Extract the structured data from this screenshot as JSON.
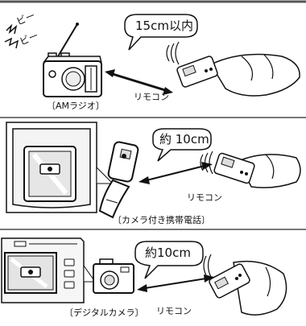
{
  "panels": [
    {
      "id": "am-radio",
      "device_label": "〔AMラジオ〕",
      "distance": "15cm以内",
      "remote_label": "リモコン",
      "sound_effects": [
        "ビー",
        "ビー"
      ]
    },
    {
      "id": "mobile-phone",
      "device_label": "〔カメラ付き携帯電話〕",
      "distance": "約 10cm",
      "remote_label": "リモコン"
    },
    {
      "id": "digital-camera",
      "device_label": "〔デジタルカメラ〕",
      "distance": "約10cm",
      "remote_label": "リモコン"
    }
  ]
}
